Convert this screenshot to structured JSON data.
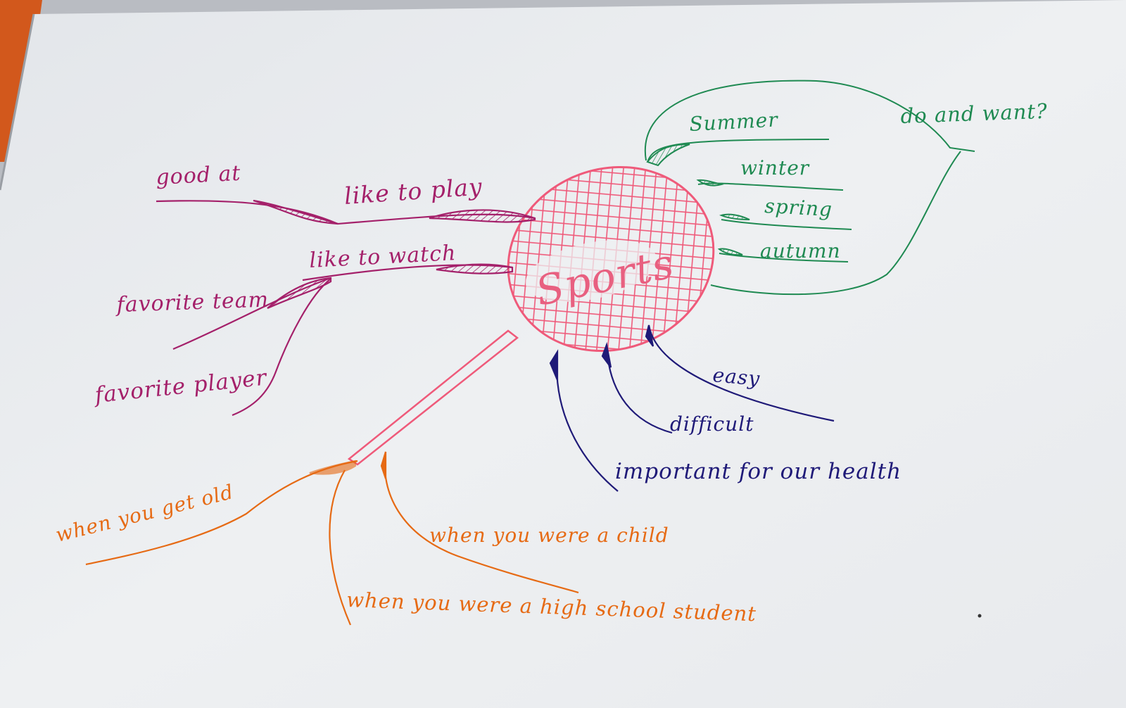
{
  "diagram": {
    "type": "mind-map",
    "center": {
      "label": "Sports"
    },
    "branches": [
      {
        "color": "#a4206a",
        "items": [
          {
            "label": "like to play"
          },
          {
            "label": "good at"
          },
          {
            "label": "like to watch"
          },
          {
            "label": "favorite team"
          },
          {
            "label": "favorite player"
          }
        ]
      },
      {
        "color": "#1f8a52",
        "items": [
          {
            "label": "Summer"
          },
          {
            "label": "winter"
          },
          {
            "label": "spring"
          },
          {
            "label": "autumn"
          },
          {
            "label": "do and want?"
          }
        ]
      },
      {
        "color": "#1f1a78",
        "items": [
          {
            "label": "easy"
          },
          {
            "label": "difficult"
          },
          {
            "label": "important for our health"
          }
        ]
      },
      {
        "color": "#e66a14",
        "items": [
          {
            "label": "when you get old"
          },
          {
            "label": "when you were a child"
          },
          {
            "label": "when you were a high school student"
          }
        ]
      }
    ]
  }
}
